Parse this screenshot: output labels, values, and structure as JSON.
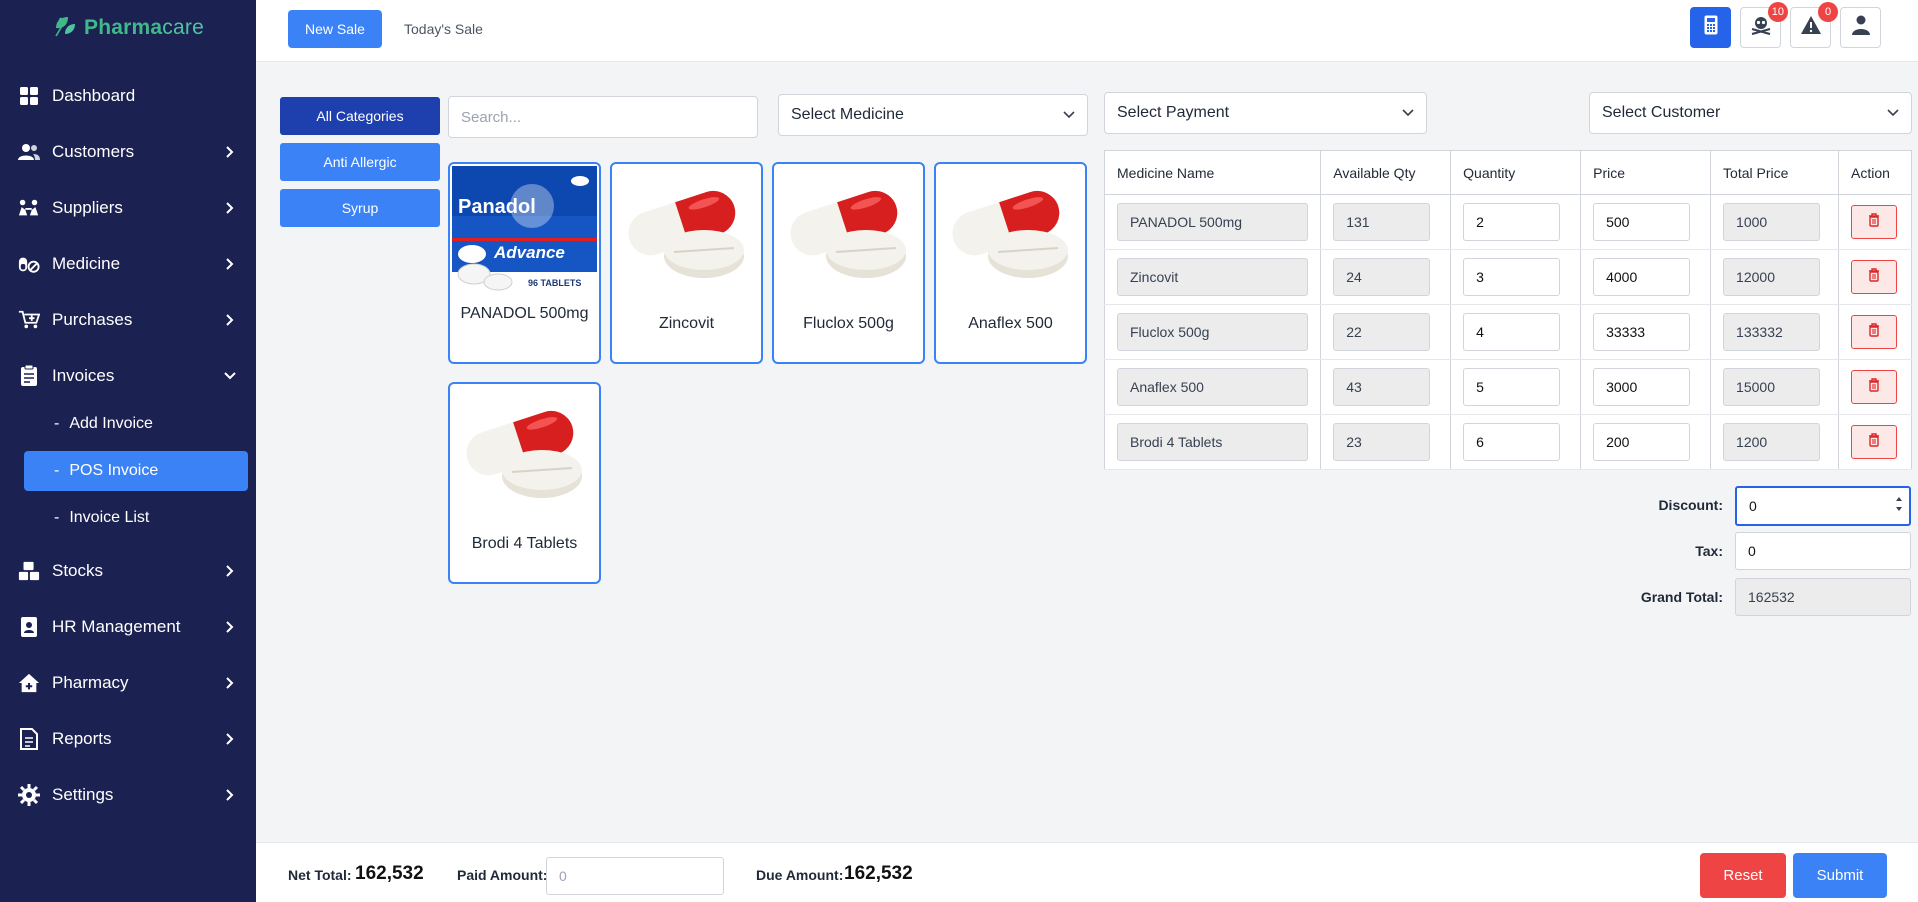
{
  "brand": {
    "name_part1": "Pharma",
    "name_part2": "care",
    "icon": "leaf-logo-icon"
  },
  "sidebar": {
    "items": [
      {
        "label": "Dashboard",
        "icon": "dashboard-grid-icon"
      },
      {
        "label": "Customers",
        "icon": "users-icon"
      },
      {
        "label": "Suppliers",
        "icon": "suppliers-icon"
      },
      {
        "label": "Medicine",
        "icon": "pills-icon"
      },
      {
        "label": "Purchases",
        "icon": "cart-icon"
      },
      {
        "label": "Invoices",
        "icon": "invoice-icon",
        "expanded": true
      },
      {
        "label": "Stocks",
        "icon": "boxes-icon"
      },
      {
        "label": "HR Management",
        "icon": "id-badge-icon"
      },
      {
        "label": "Pharmacy",
        "icon": "home-plus-icon"
      },
      {
        "label": "Reports",
        "icon": "report-icon"
      },
      {
        "label": "Settings",
        "icon": "gear-icon"
      }
    ],
    "invoice_sub": [
      {
        "label": "Add Invoice",
        "active": false
      },
      {
        "label": "POS Invoice",
        "active": true
      },
      {
        "label": "Invoice List",
        "active": false
      }
    ],
    "dash": "-"
  },
  "header": {
    "new_sale": "New Sale",
    "todays_sale": "Today's Sale",
    "icons": [
      {
        "name": "calculator-icon"
      },
      {
        "name": "skull-crossbones-icon",
        "badge": "10"
      },
      {
        "name": "warning-icon",
        "badge": "0"
      },
      {
        "name": "user-icon"
      }
    ]
  },
  "categories": [
    "All Categories",
    "Anti Allergic",
    "Syrup"
  ],
  "search": {
    "placeholder": "Search..."
  },
  "selects": {
    "medicine": "Select Medicine",
    "payment": "Select Payment",
    "customer": "Select Customer"
  },
  "products": [
    {
      "name": "PANADOL 500mg",
      "image": "panadol-box"
    },
    {
      "name": "Zincovit",
      "image": "capsule"
    },
    {
      "name": "Fluclox 500g",
      "image": "capsule"
    },
    {
      "name": "Anaflex 500",
      "image": "capsule"
    },
    {
      "name": "Brodi 4 Tablets",
      "image": "capsule"
    }
  ],
  "panadol_box": {
    "brand": "Panadol",
    "line": "Advance",
    "count": "96 TABLETS"
  },
  "table": {
    "headers": [
      "Medicine Name",
      "Available Qty",
      "Quantity",
      "Price",
      "Total Price",
      "Action"
    ],
    "rows": [
      {
        "name": "PANADOL 500mg",
        "available": "131",
        "qty": "2",
        "price": "500",
        "total": "1000"
      },
      {
        "name": "Zincovit",
        "available": "24",
        "qty": "3",
        "price": "4000",
        "total": "12000"
      },
      {
        "name": "Fluclox 500g",
        "available": "22",
        "qty": "4",
        "price": "33333",
        "total": "133332"
      },
      {
        "name": "Anaflex 500",
        "available": "43",
        "qty": "5",
        "price": "3000",
        "total": "15000"
      },
      {
        "name": "Brodi 4 Tablets",
        "available": "23",
        "qty": "6",
        "price": "200",
        "total": "1200"
      }
    ],
    "action_icon": "trash-icon"
  },
  "totals": {
    "discount_label": "Discount:",
    "discount_value": "0",
    "tax_label": "Tax:",
    "tax_value": "0",
    "grand_label": "Grand Total:",
    "grand_value": "162532"
  },
  "footer": {
    "net_label": "Net Total:",
    "net_value": "162,532",
    "paid_label": "Paid Amount:",
    "paid_placeholder": "0",
    "due_label": "Due Amount:",
    "due_value": "162,532",
    "reset": "Reset",
    "submit": "Submit"
  },
  "colors": {
    "sidebar_bg": "#1b2150",
    "primary": "#3b82f6",
    "active_category": "#1e40af",
    "danger": "#ef4444",
    "brand_green": "#3fb98a"
  }
}
